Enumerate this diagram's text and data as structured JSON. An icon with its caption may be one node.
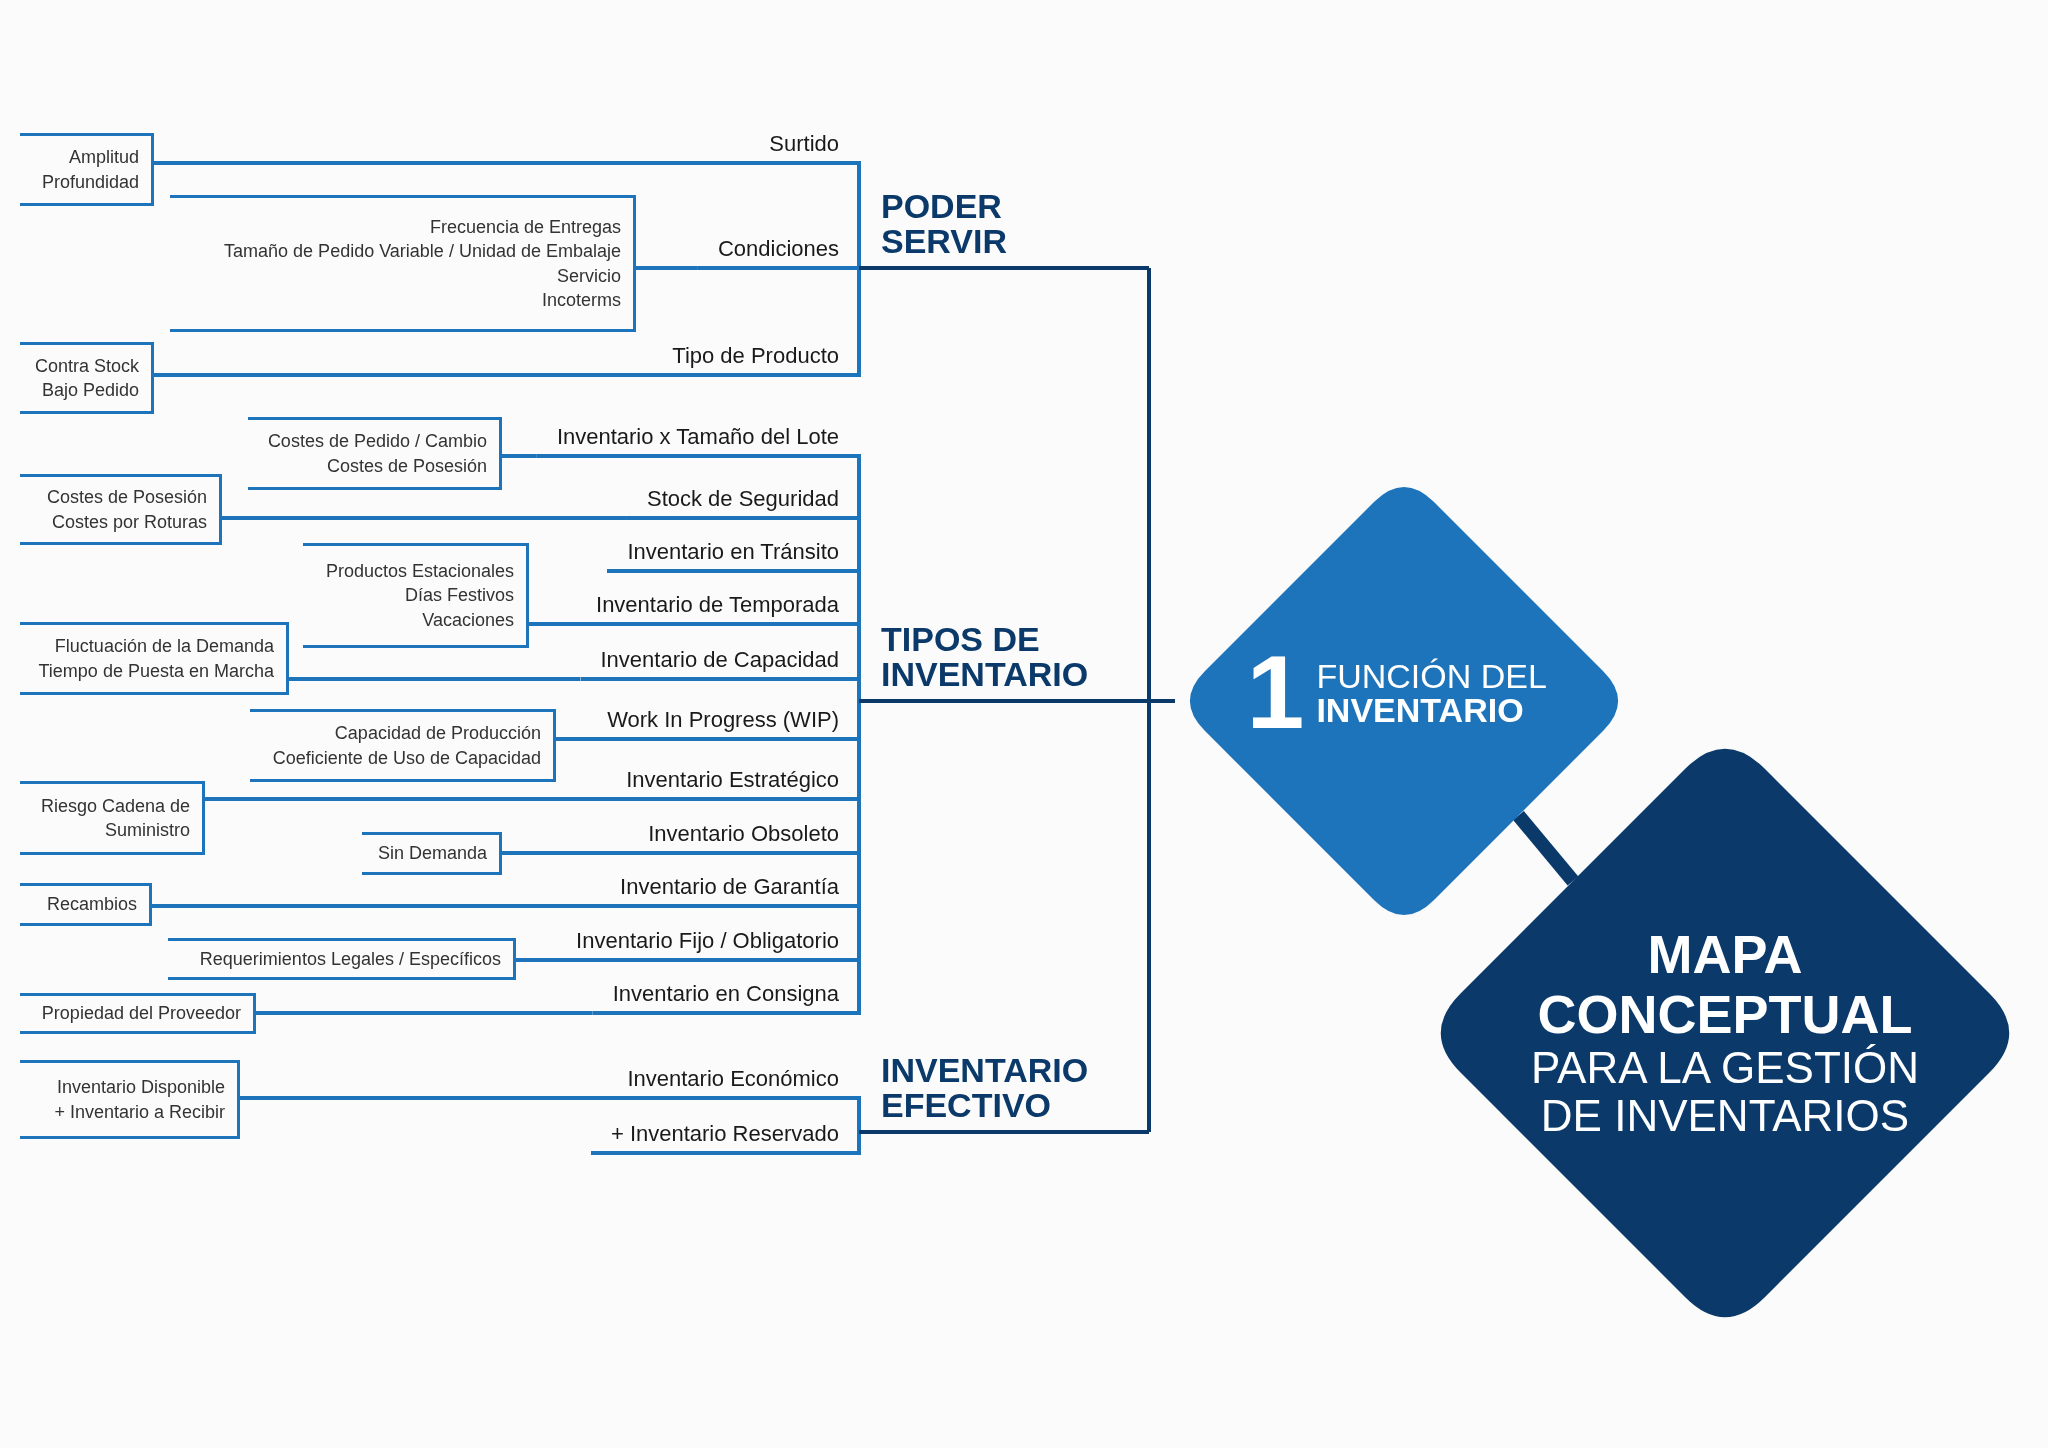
{
  "diagram": {
    "nodes": [
      {
        "text": [
          "MAPA CONCEPTUAL",
          "PARA LA GESTIÓN DE INVENTARIOS"
        ]
      },
      {
        "text": [
          "1",
          "FUNCIÓN DEL **INVENTARIO**"
        ]
      },
      {
        "text": [
          "PODER SERVIR"
        ]
      },
      {
        "text": [
          "TIPOS DE INVENTARIO"
        ]
      },
      {
        "text": [
          "INVENTARIO EFECTIVO"
        ]
      },
      {
        "text": [
          "Surtido"
        ]
      },
      {
        "text": [
          "Amplitud",
          "Profundidad"
        ]
      },
      {
        "text": [
          "Condiciones"
        ]
      },
      {
        "text": [
          "Frecuencia de Entregas",
          "Tamaño de Pedido Variable / Unidad de Embalaje",
          "Servicio",
          "Incoterms"
        ]
      },
      {
        "text": [
          "Tipo de Producto"
        ]
      },
      {
        "text": [
          "Contra Stock",
          "Bajo Pedido"
        ]
      },
      {
        "text": [
          "Inventario x Tamaño del Lote"
        ]
      },
      {
        "text": [
          "Costes de Pedido / Cambio",
          "Costes de Posesión"
        ]
      },
      {
        "text": [
          "Stock de Seguridad"
        ]
      },
      {
        "text": [
          "Costes de Posesión",
          "Costes por Roturas"
        ]
      },
      {
        "text": [
          "Inventario en Tránsito"
        ]
      },
      {
        "text": [
          "Inventario de Temporada"
        ]
      },
      {
        "text": [
          "Productos Estacionales",
          "Días Festivos",
          "Vacaciones"
        ]
      },
      {
        "text": [
          "Inventario de Capacidad"
        ]
      },
      {
        "text": [
          "Fluctuación de la Demanda",
          "Tiempo de Puesta en Marcha"
        ]
      },
      {
        "text": [
          "Work In Progress (WIP)"
        ]
      },
      {
        "text": [
          "Capacidad de Producción",
          "Coeficiente de Uso de Capacidad"
        ]
      },
      {
        "text": [
          "Inventario Estratégico"
        ]
      },
      {
        "text": [
          "Riesgo Cadena de Suministro"
        ]
      },
      {
        "text": [
          "Inventario Obsoleto"
        ]
      },
      {
        "text": [
          "Sin Demanda"
        ]
      },
      {
        "text": [
          "Inventario de Garantía"
        ]
      },
      {
        "text": [
          "Recambios"
        ]
      },
      {
        "text": [
          "Inventario Fijo / Obligatorio"
        ]
      },
      {
        "text": [
          "Requerimientos Legales / Específicos"
        ]
      },
      {
        "text": [
          "Inventario en Consigna"
        ]
      },
      {
        "text": [
          "Propiedad del Proveedor"
        ]
      },
      {
        "text": [
          "Inventario Económico"
        ]
      },
      {
        "text": [
          "Inventario Disponible",
          "+ Inventario a Recibir"
        ]
      },
      {
        "text": [
          "+ Inventario Reservado"
        ]
      }
    ],
    "edges": [
      {
        "from": 1,
        "to": 0,
        "arrow": "none",
        "style": "thick",
        "color": "#0b3a6a"
      },
      {
        "from": 1,
        "to": 2,
        "arrow": "none",
        "color": "#0b3a6a"
      },
      {
        "from": 1,
        "to": 3,
        "arrow": "none",
        "color": "#0b3a6a"
      },
      {
        "from": 1,
        "to": 4,
        "arrow": "none",
        "color": "#0b3a6a"
      },
      {
        "from": 2,
        "to": 5,
        "arrow": "none"
      },
      {
        "from": 2,
        "to": 7,
        "arrow": "none"
      },
      {
        "from": 2,
        "to": 9,
        "arrow": "none"
      },
      {
        "from": 3,
        "to": 11,
        "arrow": "none"
      },
      {
        "from": 3,
        "to": 13,
        "arrow": "none"
      },
      {
        "from": 3,
        "to": 15,
        "arrow": "none"
      },
      {
        "from": 3,
        "to": 16,
        "arrow": "none"
      },
      {
        "from": 3,
        "to": 18,
        "arrow": "none"
      },
      {
        "from": 3,
        "to": 20,
        "arrow": "none"
      },
      {
        "from": 3,
        "to": 22,
        "arrow": "none"
      },
      {
        "from": 3,
        "to": 24,
        "arrow": "none"
      },
      {
        "from": 3,
        "to": 26,
        "arrow": "none"
      },
      {
        "from": 3,
        "to": 28,
        "arrow": "none"
      },
      {
        "from": 3,
        "to": 30,
        "arrow": "none"
      },
      {
        "from": 4,
        "to": 32,
        "arrow": "none"
      },
      {
        "from": 4,
        "to": 34,
        "arrow": "none"
      },
      {
        "from": 5,
        "to": 6,
        "arrow": "none"
      },
      {
        "from": 7,
        "to": 8,
        "arrow": "none"
      },
      {
        "from": 9,
        "to": 10,
        "arrow": "none"
      },
      {
        "from": 11,
        "to": 12,
        "arrow": "none"
      },
      {
        "from": 13,
        "to": 14,
        "arrow": "none"
      },
      {
        "from": 16,
        "to": 17,
        "arrow": "none"
      },
      {
        "from": 18,
        "to": 19,
        "arrow": "none"
      },
      {
        "from": 20,
        "to": 21,
        "arrow": "none"
      },
      {
        "from": 22,
        "to": 23,
        "arrow": "none"
      },
      {
        "from": 24,
        "to": 25,
        "arrow": "none"
      },
      {
        "from": 26,
        "to": 27,
        "arrow": "none"
      },
      {
        "from": 28,
        "to": 29,
        "arrow": "none"
      },
      {
        "from": 30,
        "to": 31,
        "arrow": "none"
      },
      {
        "from": 32,
        "to": 33,
        "arrow": "none"
      }
    ]
  }
}
